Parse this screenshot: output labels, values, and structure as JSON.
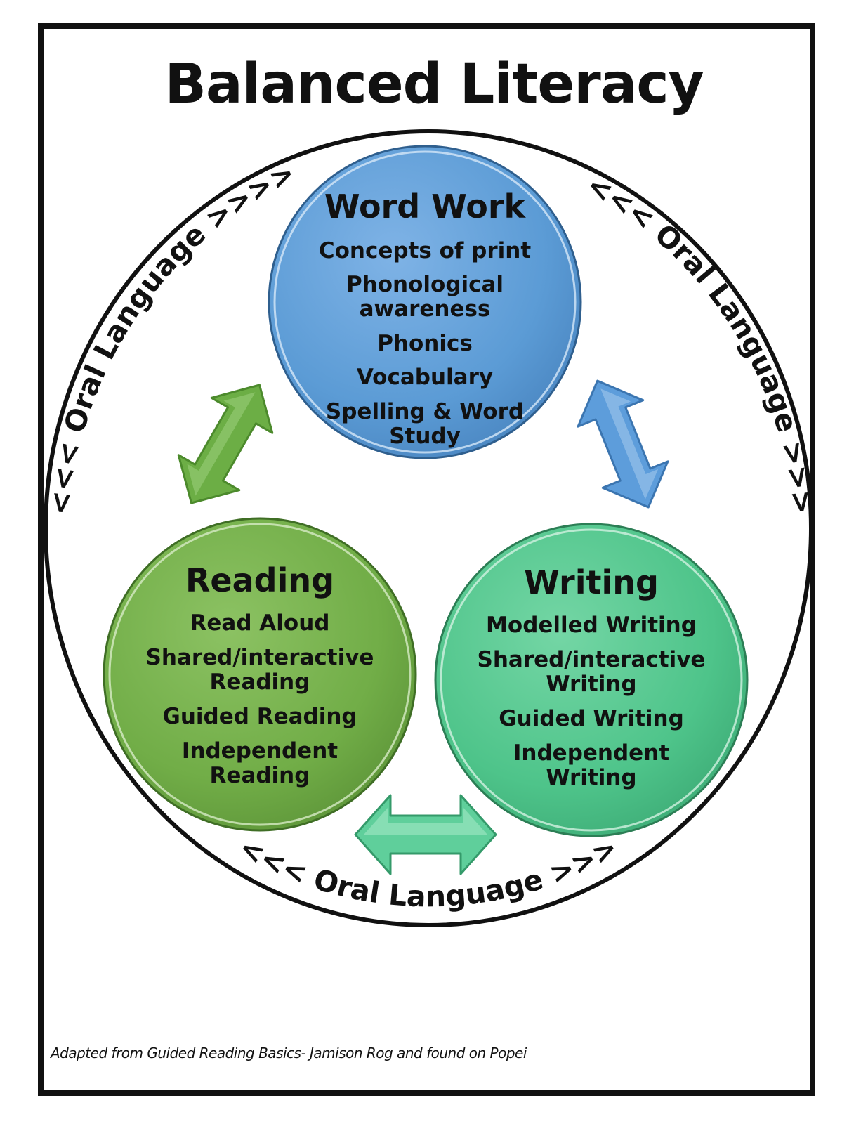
{
  "title": "Balanced Literacy",
  "oral_language": {
    "left": "<<<<  Oral Language >>>>>",
    "right": "<<<<<  Oral Language >>>>>",
    "bottom": "<<<<<  Oral Language >>>>>"
  },
  "circles": {
    "word_work": {
      "title": "Word Work",
      "items": [
        "Concepts of print",
        "Phonological",
        "awareness",
        "Phonics",
        "Vocabulary",
        "Spelling & Word",
        "Study"
      ],
      "color": "#5b9bd5"
    },
    "reading": {
      "title": "Reading",
      "items": [
        "Read Aloud",
        "Shared/interactive",
        "Reading",
        "Guided Reading",
        "Independent",
        "Reading"
      ],
      "color": "#71ad47"
    },
    "writing": {
      "title": "Writing",
      "items": [
        "Modelled Writing",
        "Shared/interactive",
        "Writing",
        "Guided Writing",
        "Independent",
        "Writing"
      ],
      "color": "#4ec48a"
    }
  },
  "arrows": {
    "left_color": "#6cae45",
    "right_color": "#5d9ddb",
    "bottom_color": "#5fcf9b"
  },
  "credit": "Adapted from Guided Reading Basics- Jamison Rog and found on Popei"
}
